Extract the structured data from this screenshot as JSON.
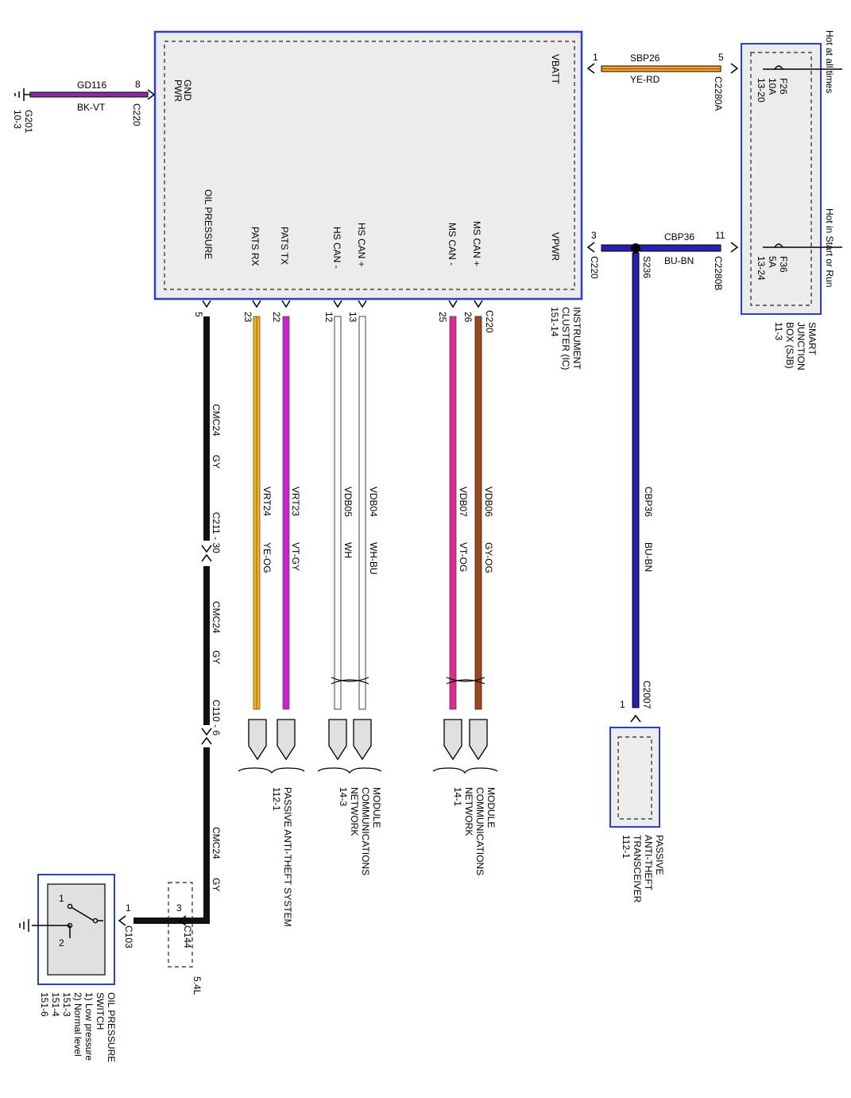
{
  "ic": {
    "title": [
      "INSTRUMENT",
      "CLUSTER (IC)",
      "151-14"
    ],
    "pins": {
      "pwr_gnd": [
        "PWR",
        "GND"
      ],
      "oil_pressure": "OIL PRESSURE",
      "pats_rx": "PATS RX",
      "pats_tx": "PATS TX",
      "hs_can_minus": "HS CAN -",
      "hs_can_plus": "HS CAN +",
      "ms_can_minus": "MS CAN -",
      "ms_can_plus": "MS CAN +",
      "vbatt": "VBATT",
      "vpwr": "VPWR"
    }
  },
  "ground": {
    "wire": "GD116",
    "color": "BK-VT",
    "pin": "8",
    "connector": "C220",
    "ref": [
      "G201",
      "10-3"
    ]
  },
  "vbatt_circuit": {
    "pin_left": "1",
    "wire": "SBP26",
    "color": "YE-RD",
    "pin_right": "5",
    "connector": "C2280A",
    "fuse": [
      "F26",
      "10A",
      "13-20"
    ]
  },
  "vpwr_circuit": {
    "pin_left": "3",
    "connector_left": "C220",
    "wire": "CBP36",
    "color": "BU-BN",
    "pin_right": "11",
    "connector": "C2280B",
    "fuse": [
      "F36",
      "5A",
      "13-24"
    ],
    "splice": "S236"
  },
  "sjb": {
    "label": [
      "SMART",
      "JUNCTION",
      "BOX (SJB)",
      "11-3"
    ],
    "hot_always": "Hot at all times",
    "hot_start_run": "Hot in Start or Run"
  },
  "bottom_connectors": [
    {
      "pin": "5",
      "wire": "CMC24",
      "color": "GY"
    },
    {
      "pin": "23",
      "wire": "VRT24",
      "color": "YE-OG"
    },
    {
      "pin": "22",
      "wire": "VRT23",
      "color": "VT-GY"
    },
    {
      "pin": "12",
      "wire": "VDB05",
      "color": "WH"
    },
    {
      "pin": "13",
      "wire": "VDB04",
      "color": "WH-BU"
    },
    {
      "pin": "25",
      "wire": "VDB07",
      "color": "VT-OG"
    },
    {
      "pin": "26",
      "wire": "VDB06",
      "color": "GY-OG"
    }
  ],
  "c220_label": "C220",
  "oil_line": {
    "wire_a": "CMC24",
    "color_a": "GY",
    "inline1": "C211 - 30",
    "wire_b": "CMC24",
    "color_b": "GY",
    "inline2": "C110 - 6",
    "wire_c": "CMC24",
    "color_c": "GY",
    "c144_pin": "3",
    "c144": "C144",
    "engine": "5.4L",
    "c103_pin": "1",
    "c103": "C103"
  },
  "oil_switch": {
    "pin1": "1",
    "pin2": "2",
    "label": [
      "OIL PRESSURE",
      "SWITCH",
      "1) Low pressure",
      "2) Normal level",
      "151-3",
      "151-4",
      "151-6"
    ]
  },
  "pats_transceiver": {
    "wire": "CBP36",
    "color": "BU-BN",
    "connector": "C2007",
    "pin": "1",
    "label": [
      "PASSIVE",
      "ANTI-THEFT",
      "TRANSCEIVER",
      "112-1"
    ]
  },
  "destinations": {
    "pats_system": [
      "PASSIVE ANTI-THEFT SYSTEM",
      "112-1"
    ],
    "hs_network": [
      "MODULE",
      "COMMUNICATIONS",
      "NETWORK",
      "14-3"
    ],
    "ms_network": [
      "MODULE",
      "COMMUNICATIONS",
      "NETWORK",
      "14-1"
    ]
  },
  "colors": {
    "border_blue": "#2a3fd0",
    "box_fill": "#e8e8e8",
    "wire_black": "#111111",
    "wire_yellow": "#f2b21a",
    "wire_violet": "#cc22cc",
    "wire_white": "#ffffff",
    "wire_blue": "#2a1fb5",
    "wire_brown": "#a0461c",
    "wire_pink": "#e0298c",
    "ground_purple": "#8c2aa8"
  }
}
